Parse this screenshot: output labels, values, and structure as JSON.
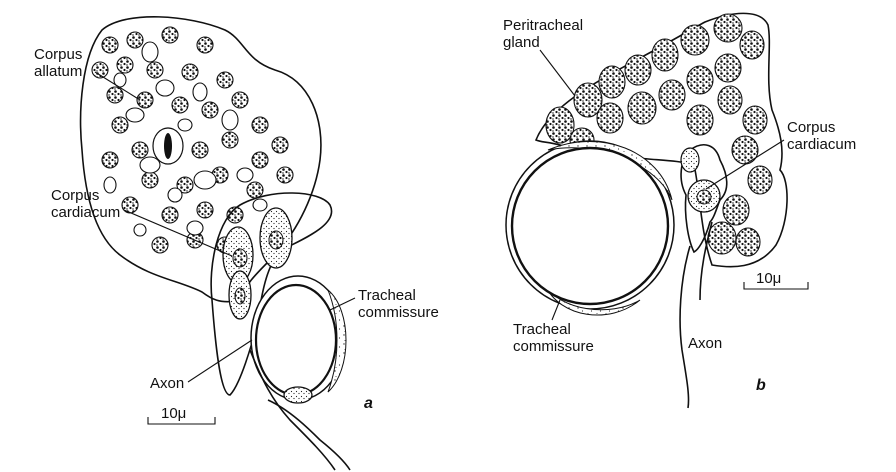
{
  "panel_a": {
    "letter": "a",
    "labels": {
      "corpus_allatum": [
        "Corpus",
        "allatum"
      ],
      "corpus_cardiacum": [
        "Corpus",
        "cardiacum"
      ],
      "tracheal_commissure": [
        "Tracheal",
        "commissure"
      ],
      "axon": "Axon"
    },
    "scale_bar": "10μ"
  },
  "panel_b": {
    "letter": "b",
    "labels": {
      "peritracheal_gland": [
        "Peritracheal",
        "gland"
      ],
      "corpus_cardiacum": [
        "Corpus",
        "cardiacum"
      ],
      "tracheal_commissure": [
        "Tracheal",
        "commissure"
      ],
      "axon": "Axon"
    },
    "scale_bar": "10μ"
  }
}
